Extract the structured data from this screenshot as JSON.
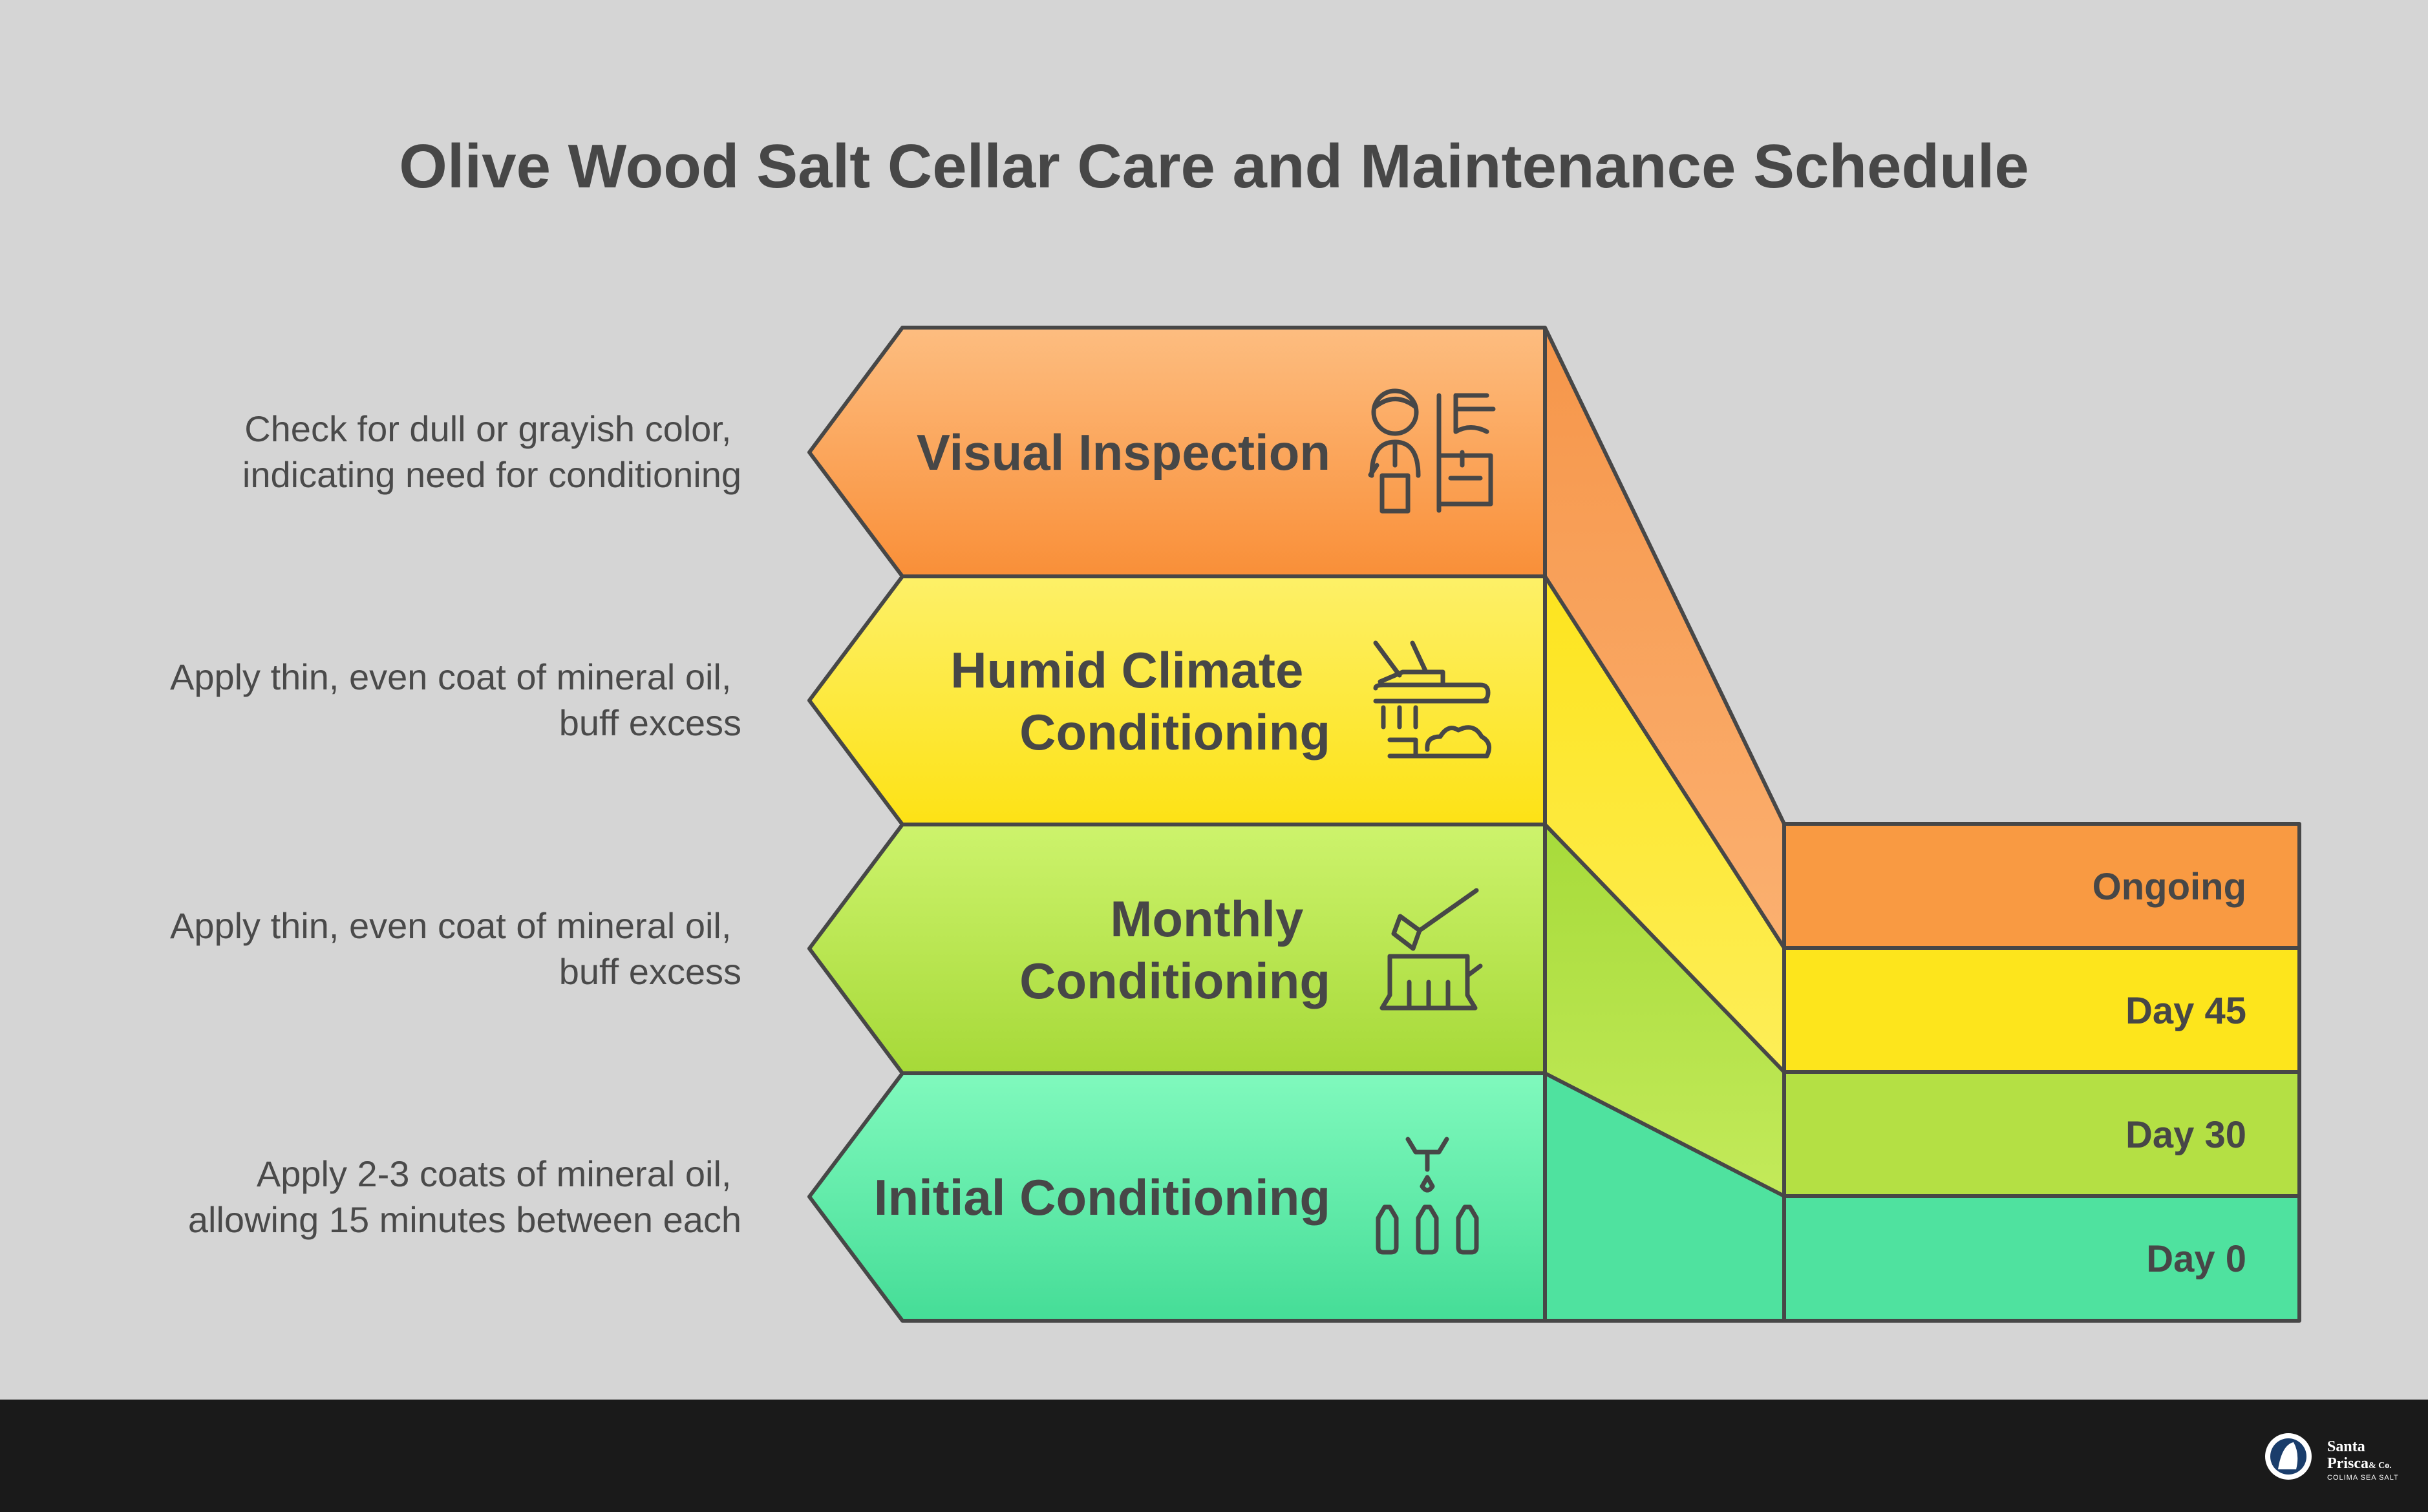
{
  "title": "Olive Wood Salt Cellar Care and Maintenance Schedule",
  "colors": {
    "background": "#d5d5d5",
    "footer": "#1a1a1a",
    "outline": "#474747",
    "orange": "#f9a050",
    "yellow": "#fde530",
    "green": "#b9e04e",
    "teal": "#5ae5a5"
  },
  "steps": [
    {
      "label_lines": [
        "Visual Inspection"
      ],
      "desc_lines": [
        "Check for dull or grayish color,",
        "indicating need for conditioning"
      ],
      "icon": "inspector-icon",
      "timeline": "Ongoing"
    },
    {
      "label_lines": [
        "Humid Climate",
        "Conditioning"
      ],
      "desc_lines": [
        "Apply thin, even coat of mineral oil,",
        "buff excess"
      ],
      "icon": "cleaning-brush-icon",
      "timeline": "Day 45"
    },
    {
      "label_lines": [
        "Monthly",
        "Conditioning"
      ],
      "desc_lines": [
        "Apply thin, even coat of mineral oil,",
        "buff excess"
      ],
      "icon": "wood-stump-axe-icon",
      "timeline": "Day 30"
    },
    {
      "label_lines": [
        "Initial Conditioning"
      ],
      "desc_lines": [
        "Apply 2-3 coats of mineral oil,",
        "allowing 15 minutes between each"
      ],
      "icon": "oil-bottles-icon",
      "timeline": "Day 0"
    }
  ],
  "brand": {
    "name_line1": "Santa",
    "name_line2": "Prisca",
    "suffix": "& Co.",
    "tagline": "COLIMA SEA SALT",
    "icon": "brand-logo-icon"
  }
}
